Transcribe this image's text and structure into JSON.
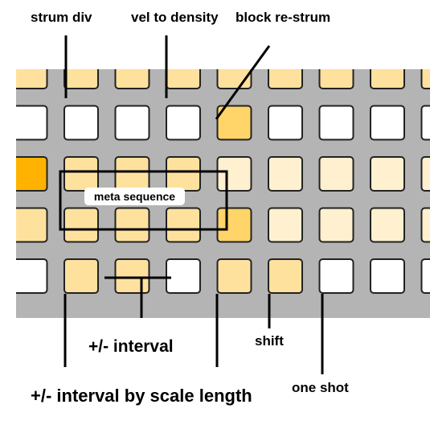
{
  "labels": {
    "strum_div": "strum div",
    "vel_to_density": "vel to density",
    "block_restrum": "block re-strum",
    "meta_sequence": "meta sequence",
    "interval": "+/- interval",
    "interval_by_scale_length": "+/- interval by scale length",
    "shift": "shift",
    "one_shot": "one shot"
  },
  "colors": {
    "background": "#ffffff",
    "grid": "#b4b4b4",
    "pad_outline": "#222222",
    "pad_off": "#ffffff",
    "pad_pale": "#fff0cf",
    "pad_light": "#ffe19e",
    "pad_medium": "#ffd468",
    "pad_bright": "#ffb300",
    "annotation": "#000000"
  },
  "pad_grid": {
    "rows": [
      [
        "light",
        "light",
        "light",
        "light",
        "light",
        "light",
        "light",
        "light",
        "light",
        "light"
      ],
      [
        "off",
        "off",
        "off",
        "off",
        "off",
        "medium",
        "off",
        "off",
        "off",
        "off"
      ],
      [
        "light",
        "bright",
        "light",
        "light",
        "light",
        "pale",
        "pale",
        "pale",
        "pale",
        "pale"
      ],
      [
        "light",
        "light",
        "light",
        "light",
        "light",
        "medium",
        "pale",
        "pale",
        "pale",
        "pale"
      ],
      [
        "light",
        "off",
        "light",
        "light",
        "off",
        "light",
        "light",
        "off",
        "off",
        "off"
      ]
    ]
  }
}
